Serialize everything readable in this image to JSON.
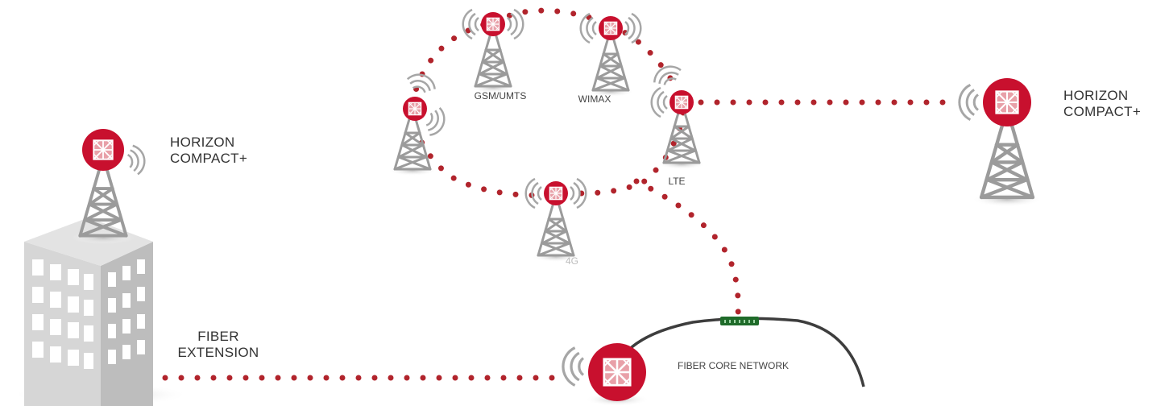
{
  "colors": {
    "brand_red": "#c8102e",
    "link_dot": "#b1242c",
    "tower_gray": "#9b9b9b",
    "building_gray": "#c9c9c9",
    "fiber_arc": "#3d3d3d",
    "connector_green": "#1f6b2a"
  },
  "labels": {
    "left_device_line1": "HORIZON",
    "left_device_line2": "COMPACT+",
    "right_device_line1": "HORIZON",
    "right_device_line2": "COMPACT+",
    "fiber_ext_line1": "FIBER",
    "fiber_ext_line2": "EXTENSION",
    "fiber_core": "FIBER CORE NETWORK",
    "gsm": "GSM/UMTS",
    "wimax": "WIMAX",
    "lte": "LTE",
    "g4": "4G"
  },
  "icons": {
    "radio_unit": "horizon-radio-icon",
    "tower": "lattice-tower-icon",
    "building": "office-building-icon",
    "signal": "wifi-arcs-icon",
    "connector": "fiber-connector-icon"
  }
}
